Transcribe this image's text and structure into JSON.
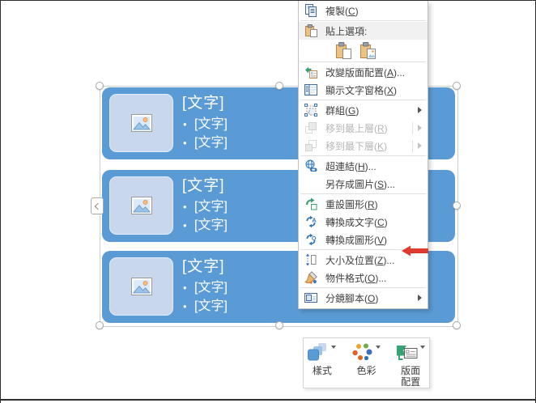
{
  "smartart": {
    "bar_fill": "#5B9BD5",
    "placeholder_fill": "#C9D7EC",
    "bars": [
      {
        "title": "[文字]",
        "bullets": [
          "[文字]",
          "[文字]"
        ]
      },
      {
        "title": "[文字]",
        "bullets": [
          "[文字]",
          "[文字]"
        ]
      },
      {
        "title": "[文字]",
        "bullets": [
          "[文字]",
          "[文字]"
        ]
      }
    ]
  },
  "context_menu": {
    "items": [
      {
        "type": "item",
        "name": "copy",
        "icon": "copy-icon",
        "text": "複製",
        "hotkey": "C"
      },
      {
        "type": "separator"
      },
      {
        "type": "label",
        "name": "paste-options-label",
        "icon": "paste-icon",
        "text": "貼上選項:"
      },
      {
        "type": "paste-options",
        "options": [
          {
            "name": "paste-keep-source-formatting",
            "icon": "paste-keep-source-icon"
          },
          {
            "name": "paste-as-picture",
            "icon": "paste-picture-icon"
          }
        ]
      },
      {
        "type": "separator"
      },
      {
        "type": "item",
        "name": "change-layout",
        "icon": "change-layout-icon",
        "text": "改變版面配置",
        "hotkey": "A",
        "suffix": "..."
      },
      {
        "type": "item",
        "name": "show-text-pane",
        "icon": "text-pane-icon",
        "text": "顯示文字窗格",
        "hotkey": "X"
      },
      {
        "type": "separator"
      },
      {
        "type": "item",
        "name": "group",
        "icon": "group-icon",
        "text": "群組",
        "hotkey": "G",
        "submenu": true
      },
      {
        "type": "item",
        "name": "bring-to-front",
        "icon": "bring-to-front-icon",
        "text": "移到最上層",
        "hotkey": "R",
        "submenu": true,
        "split": true,
        "disabled": true
      },
      {
        "type": "item",
        "name": "send-to-back",
        "icon": "send-to-back-icon",
        "text": "移到最下層",
        "hotkey": "K",
        "submenu": true,
        "split": true,
        "disabled": true
      },
      {
        "type": "separator"
      },
      {
        "type": "item",
        "name": "hyperlink",
        "icon": "hyperlink-icon",
        "text": "超連結",
        "hotkey": "H",
        "suffix": "..."
      },
      {
        "type": "item",
        "name": "save-as-picture",
        "icon": null,
        "text": "另存成圖片",
        "hotkey": "S",
        "suffix": "..."
      },
      {
        "type": "separator"
      },
      {
        "type": "item",
        "name": "reset-graphic",
        "icon": "reset-graphic-icon",
        "text": "重設圖形",
        "hotkey": "R"
      },
      {
        "type": "item",
        "name": "convert-to-text",
        "icon": "convert-to-text-icon",
        "text": "轉換成文字",
        "hotkey": "C"
      },
      {
        "type": "item",
        "name": "convert-to-shapes",
        "icon": "convert-to-shapes-icon",
        "text": "轉換成圖形",
        "hotkey": "V",
        "annotated": true
      },
      {
        "type": "separator"
      },
      {
        "type": "item",
        "name": "size-and-position",
        "icon": "size-position-icon",
        "text": "大小及位置",
        "hotkey": "Z",
        "suffix": "..."
      },
      {
        "type": "item",
        "name": "format-object",
        "icon": "format-object-icon",
        "text": "物件格式",
        "hotkey": "O",
        "suffix": "..."
      },
      {
        "type": "separator"
      },
      {
        "type": "item",
        "name": "storyboard",
        "icon": "storyboard-icon",
        "text": "分鏡腳本",
        "hotkey": "O",
        "submenu": true
      }
    ]
  },
  "floating_toolbar": {
    "buttons": [
      {
        "name": "styles",
        "icon": "styles-icon",
        "label": "樣式"
      },
      {
        "name": "colors",
        "icon": "colors-icon",
        "label": "色彩"
      },
      {
        "name": "layout",
        "icon": "layout-icon",
        "label": "版面\n配置"
      }
    ]
  },
  "annotation": {
    "shape": "left-pointing-arrow",
    "color": "#E13B30",
    "points_to": "轉換成圖形"
  }
}
